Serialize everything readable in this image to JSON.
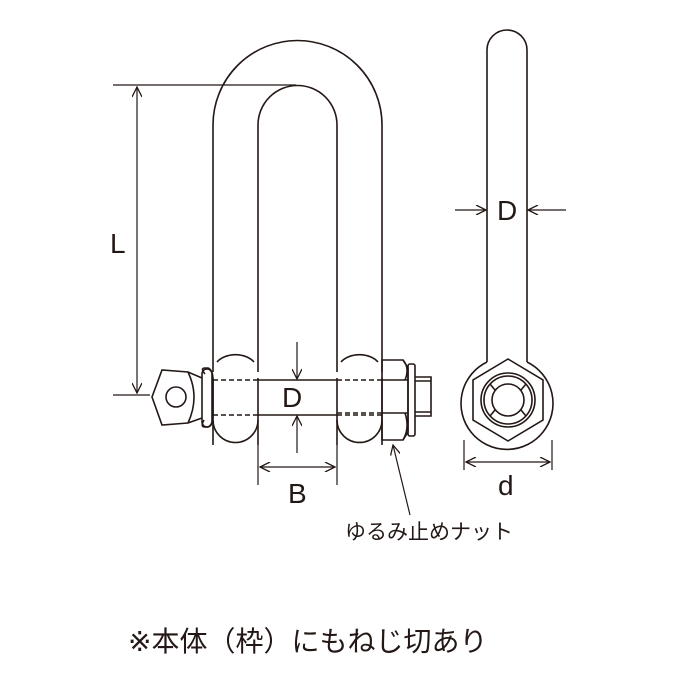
{
  "labels": {
    "length": "L",
    "pin_diameter": "D",
    "body_diameter": "D",
    "inner_width": "B",
    "eye_diameter": "d"
  },
  "callout": "ゆるみ止めナット",
  "note": "※本体（枠）にもねじ切あり"
}
